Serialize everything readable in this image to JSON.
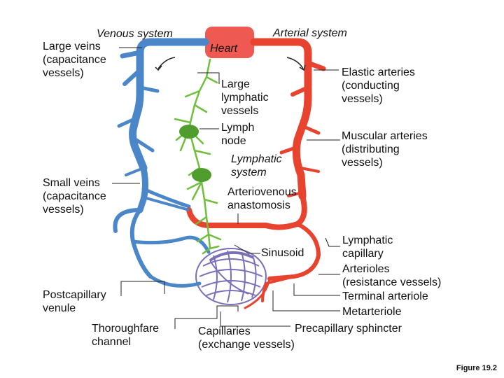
{
  "labels": {
    "venous_system": "Venous system",
    "arterial_system": "Arterial system",
    "heart": "Heart",
    "large_veins": "Large veins\n(capacitance\nvessels)",
    "large_lymphatic": "Large\nlymphatic\nvessels",
    "lymph_node": "Lymph\nnode",
    "lymphatic_system": "Lymphatic\nsystem",
    "small_veins": "Small veins\n(capacitance\nvessels)",
    "elastic_arteries": "Elastic arteries\n(conducting\nvessels)",
    "muscular_arteries": "Muscular arteries\n(distributing\nvessels)",
    "av_anastomosis": "Arteriovenous\nanastomosis",
    "sinusoid": "Sinusoid",
    "lymphatic_capillary": "Lymphatic\ncapillary",
    "arterioles": "Arterioles\n(resistance vessels)",
    "terminal_arteriole": "Terminal arteriole",
    "metarteriole": "Metarteriole",
    "precapillary_sphincter": "Precapillary sphincter",
    "postcapillary_venule": "Postcapillary\nvenule",
    "thoroughfare_channel": "Thoroughfare\nchannel",
    "capillaries": "Capillaries\n(exchange vessels)",
    "figure": "Figure 19.2"
  },
  "colors": {
    "vein": "#4a86c8",
    "artery": "#e8432e",
    "heart": "#ee5a52",
    "lymph": "#6fbf3c",
    "lymph_node": "#4f9e2d",
    "capillary": "#7a6fb8",
    "leader": "#222222"
  }
}
